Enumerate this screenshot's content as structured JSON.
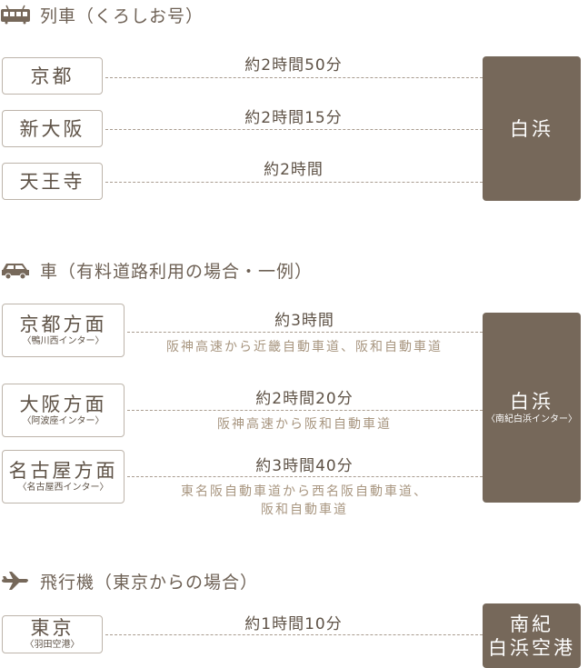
{
  "train": {
    "title": "列車（くろしお号）",
    "routes": [
      {
        "from": "京都",
        "time": "約2時間50分"
      },
      {
        "from": "新大阪",
        "time": "約2時間15分"
      },
      {
        "from": "天王寺",
        "time": "約2時間"
      }
    ],
    "dest": "白浜"
  },
  "car": {
    "title": "車（有料道路利用の場合・一例）",
    "routes": [
      {
        "from": "京都方面",
        "ic": "〈鴨川西インター〉",
        "time": "約3時間",
        "via": "阪神高速から近畿自動車道、阪和自動車道"
      },
      {
        "from": "大阪方面",
        "ic": "〈阿波座インター〉",
        "time": "約2時間20分",
        "via": "阪神高速から阪和自動車道"
      },
      {
        "from": "名古屋方面",
        "ic": "〈名古屋西インター〉",
        "time": "約3時間40分",
        "via": "東名阪自動車道から西名阪自動車道、",
        "via2": "阪和自動車道"
      }
    ],
    "dest": "白浜",
    "dest_ic": "〈南紀白浜インター〉"
  },
  "plane": {
    "title": "飛行機（東京からの場合）",
    "routes": [
      {
        "from": "東京",
        "ic": "〈羽田空港〉",
        "time": "約1時間10分"
      }
    ],
    "dest1": "南紀",
    "dest2": "白浜空港"
  },
  "colors": {
    "brown": "#76685a",
    "tan": "#a89680"
  }
}
